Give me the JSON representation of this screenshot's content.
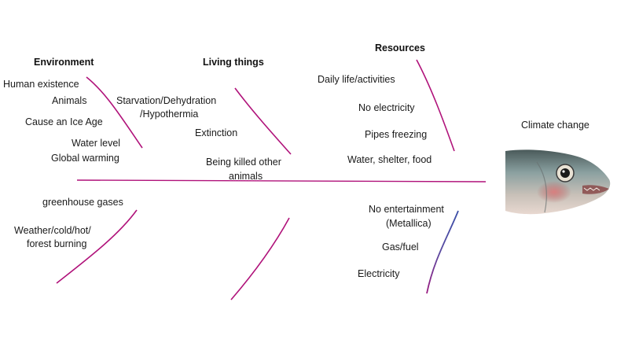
{
  "colors": {
    "bone": "#b0127a",
    "spine": "#b0127a",
    "blue_accent": "#3a4fa8"
  },
  "problem": {
    "label": "Climate change",
    "image_icon": "fish-head-icon"
  },
  "categories": {
    "environment": {
      "title": "Environment",
      "top_items": [
        "Human existence",
        "Animals",
        "Cause an Ice Age",
        "Water level",
        "Global warming"
      ],
      "bottom_items": [
        "greenhouse gases",
        "Weather/cold/hot/",
        "forest burning"
      ]
    },
    "living_things": {
      "title": "Living things",
      "top_items": [
        "Starvation/Dehydration",
        "/Hypothermia",
        "Extinction",
        "Being killed other",
        "animals"
      ]
    },
    "resources": {
      "title": "Resources",
      "top_items": [
        "Daily life/activities",
        "No electricity",
        "Pipes freezing",
        "Water, shelter, food"
      ],
      "bottom_items": [
        "No entertainment",
        "(Metallica)",
        "Gas/fuel",
        "Electricity"
      ]
    }
  }
}
